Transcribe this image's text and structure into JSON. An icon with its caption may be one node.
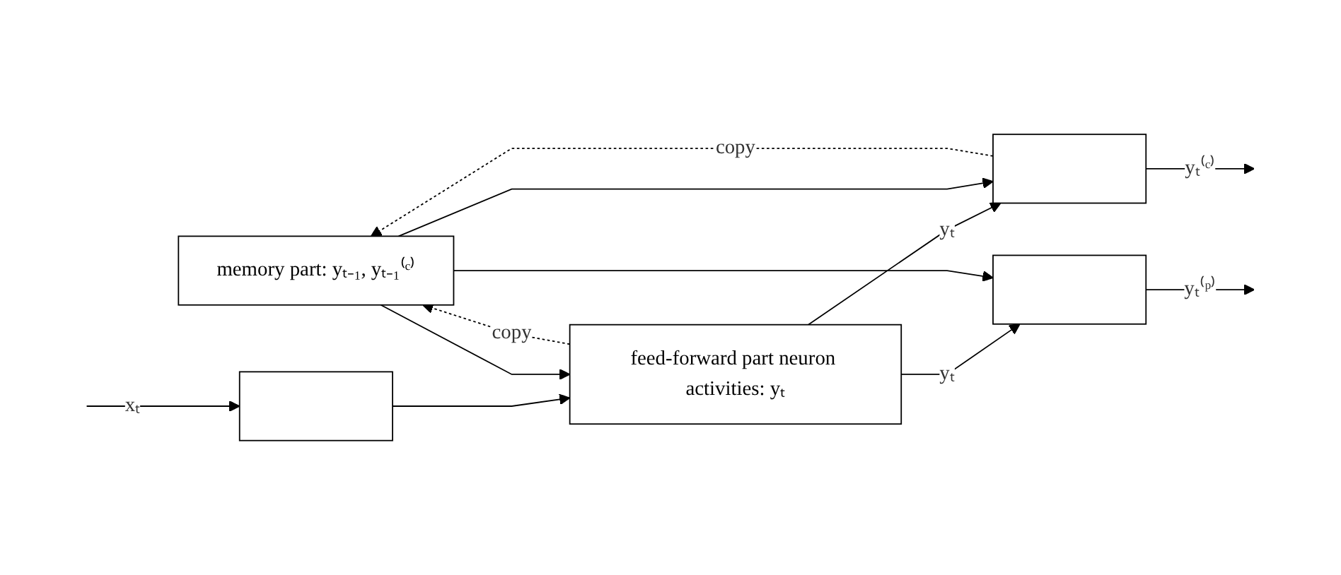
{
  "diagram": {
    "nodes": [
      {
        "text": [
          "memory part: yₜ₋₁, yₜ₋₁⁽ᶜ⁾"
        ]
      },
      {
        "text": [],
        "shape": "box"
      },
      {
        "text": [
          "feed-forward part neuron activities: yₜ"
        ]
      },
      {
        "text": [],
        "shape": "box"
      },
      {
        "text": [],
        "shape": "box"
      }
    ],
    "edges": [
      {
        "from": null,
        "to": 1,
        "arrow": "to",
        "label": "xₜ"
      },
      {
        "from": 1,
        "to": 2,
        "arrow": "to"
      },
      {
        "from": 0,
        "to": 2,
        "arrow": "to"
      },
      {
        "from": 2,
        "to": 0,
        "arrow": "to",
        "style": "dashed",
        "label": "copy"
      },
      {
        "from": 2,
        "to": 3,
        "arrow": "to",
        "label": "yₜ"
      },
      {
        "from": 2,
        "to": 4,
        "arrow": "to",
        "label": "yₜ"
      },
      {
        "from": 0,
        "to": 3,
        "arrow": "to"
      },
      {
        "from": 0,
        "to": 4,
        "arrow": "to"
      },
      {
        "from": 3,
        "to": 0,
        "arrow": "to",
        "style": "dashed",
        "label": "copy"
      },
      {
        "from": 3,
        "to": null,
        "arrow": "to",
        "label": "yₜ⁽ᶜ⁾"
      },
      {
        "from": 4,
        "to": null,
        "arrow": "to",
        "label": "yₜ⁽ᵖ⁾"
      }
    ]
  }
}
